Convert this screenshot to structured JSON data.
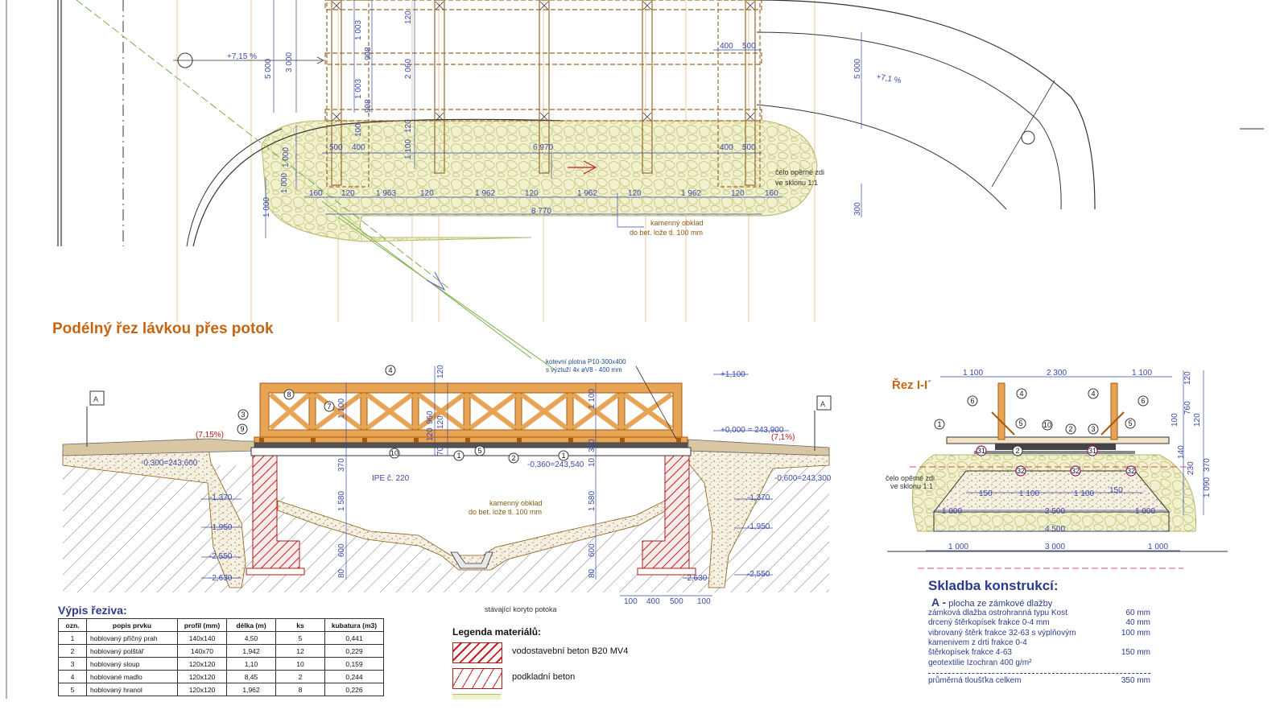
{
  "plan": {
    "slope_left": "+7,15 %",
    "slope_right": "+7,1 %",
    "dims_top_right": [
      "400",
      "500"
    ],
    "dims_bottom_right": [
      "400",
      "500"
    ],
    "dims_bottom_left": [
      "500",
      "400"
    ],
    "vertical_dims": [
      "5 000",
      "3 000",
      "1 003",
      "998",
      "1 003",
      "998",
      "1 000",
      "100",
      "1 000",
      "120",
      "2 060",
      "1 100",
      "120",
      "5 000",
      "300",
      "1 000"
    ],
    "span_dim": "6 970",
    "row_dims": [
      "160",
      "120",
      "1 963",
      "120",
      "1 962",
      "120",
      "1 962",
      "120",
      "1 962",
      "120",
      "160"
    ],
    "total_dim": "8 770",
    "note_cheek": [
      "čelo opěrné zdi",
      "ve sklonu 1:1"
    ],
    "note_stone": [
      "kamenný obklad",
      "do bet. lože tl. 100 mm"
    ]
  },
  "section": {
    "title": "Podélný řez lávkou přes potok",
    "cut_marker": "A",
    "plate_note": [
      "kotevní plotna P10-300x400",
      "s výztuží 4x øV8 - 400 mm"
    ],
    "elev_top": "+1,100",
    "elev_zero": "+0,000 = 243,900",
    "slope_left": "(7,15%)",
    "slope_right": "(7,1%)",
    "elev_left_road": "-0,300=243,600",
    "elev_deck": "-0,360=243,540",
    "elev_right_road": "-0,600=243,300",
    "ipe": "IPE č. 220",
    "stone_note": [
      "kamenný obklad",
      "do bet. lože tl. 100 mm"
    ],
    "creek_note": "stávající koryto potoka",
    "elev_marks_left": [
      "-1,370",
      "-1,950",
      "-2,550",
      "-2,630"
    ],
    "elev_marks_right": [
      "-1,370",
      "-1,950",
      "-2,630",
      "-2,550"
    ],
    "vdims": [
      "120",
      "1 100",
      "120",
      "960",
      "120",
      "70",
      "370",
      "1 580",
      "600",
      "80",
      "1 100",
      "360",
      "10",
      "1 580",
      "600",
      "80"
    ],
    "bottom_dims": [
      "100",
      "400",
      "500",
      "100"
    ],
    "labels": [
      "1",
      "2",
      "3",
      "4",
      "5",
      "7",
      "8",
      "9",
      "10"
    ]
  },
  "cross": {
    "title": "Řez I-I´",
    "top_dims": [
      "1 100",
      "2 300",
      "1 100"
    ],
    "right_vdims": [
      "120",
      "760",
      "120",
      "100",
      "230",
      "140",
      "1 090",
      "370"
    ],
    "inner_dims": [
      "150",
      "1 100",
      "1 100",
      "150"
    ],
    "base_dims": [
      "1 000",
      "2 500",
      "1 000"
    ],
    "total_dim": "4 500",
    "ground_dims": [
      "1 000",
      "3 000",
      "1 000"
    ],
    "note_cheek": [
      "čelo opěrné zdi",
      "ve sklonu 1:1"
    ],
    "labels": [
      "1",
      "2",
      "3",
      "4",
      "5",
      "6",
      "10"
    ],
    "red_labels": [
      "31",
      "32"
    ]
  },
  "timber": {
    "title": "Výpis řeziva:",
    "headers": [
      "ozn.",
      "popis prvku",
      "profil (mm)",
      "délka (m)",
      "ks",
      "kubatura (m3)"
    ],
    "rows": [
      [
        "1",
        "hoblovaný příčný prah",
        "140x140",
        "4,50",
        "5",
        "0,441"
      ],
      [
        "2",
        "hoblovaný polštář",
        "140x70",
        "1,942",
        "12",
        "0,229"
      ],
      [
        "3",
        "hoblovaný sloup",
        "120x120",
        "1,10",
        "10",
        "0,159"
      ],
      [
        "4",
        "hoblované madlo",
        "120x120",
        "8,45",
        "2",
        "0,244"
      ],
      [
        "5",
        "hoblovaný hranol",
        "120x120",
        "1,962",
        "8",
        "0,226"
      ]
    ]
  },
  "legend": {
    "title": "Legenda materiálů:",
    "items": [
      "vodostavební beton B20 MV4",
      "podkladní beton"
    ]
  },
  "composition": {
    "title": "Skladba konstrukcí:",
    "a_letter": "A -",
    "a_label": "plocha ze zámkové dlažby",
    "rows": [
      {
        "text": "zámková dlažba ostrohranná typu Kost",
        "value": "60 mm"
      },
      {
        "text": "drcený štěrkopísek frakce 0-4 mm",
        "value": "40 mm"
      },
      {
        "text": "vibrovaný štěrk frakce 32-63 s výplňovým",
        "value": "100 mm"
      },
      {
        "text": "kamenivem z drti frakce 0-4",
        "value": ""
      },
      {
        "text": "štěrkopísek frakce 4-63",
        "value": "150 mm"
      },
      {
        "text": "geotextilie Izochran 400 g/m²",
        "value": ""
      }
    ],
    "total_text": "průměrná tloušťka celkem",
    "total_value": "350 mm"
  },
  "colors": {
    "timber": "#e8a455",
    "timber_stroke": "#a45a15",
    "dim": "#3a4aa8",
    "concrete_hatch": "#c41e1e",
    "stone_fill": "#eeeec4",
    "title_orange": "#c5650f"
  }
}
